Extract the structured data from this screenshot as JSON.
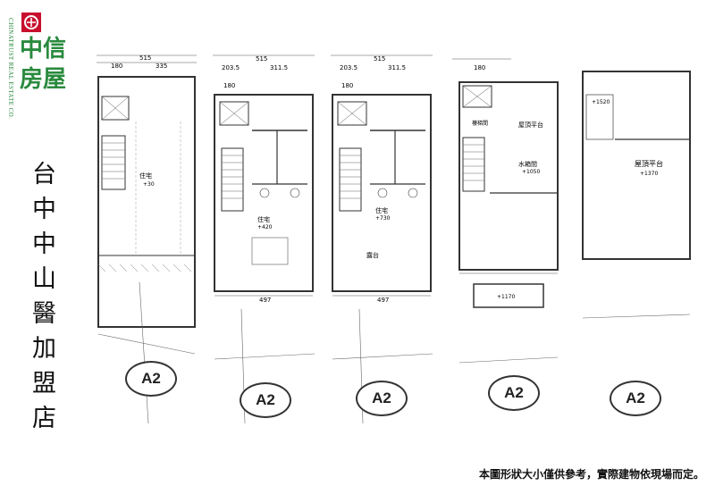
{
  "brand": {
    "name_line1": "中信",
    "name_line2": "房屋",
    "english_vertical": "CHINATRUST REAL ESTATE CO."
  },
  "title": "台中中山醫加盟店",
  "disclaimer": "本圖形狀大小僅供參考，實際建物依現場而定。",
  "plans": [
    {
      "badge": "A2",
      "dims": [
        "180",
        "515",
        "335"
      ],
      "room": "住宅",
      "level": "+30"
    },
    {
      "badge": "A2",
      "dims": [
        "203.5",
        "515",
        "311.5",
        "180"
      ],
      "room": "住宅",
      "level": "+420",
      "width": "497"
    },
    {
      "badge": "A2",
      "dims": [
        "203.5",
        "515",
        "311.5",
        "180"
      ],
      "room": "住宅",
      "level": "+730",
      "width": "497",
      "extra": "露台"
    },
    {
      "badge": "A2",
      "dims": [
        "180"
      ],
      "room": "屋頂平台",
      "room2": "水箱間",
      "room3": "樓梯間",
      "level": "+1050",
      "extra_level": "+1170"
    },
    {
      "badge": "A2",
      "room": "屋頂平台",
      "level": "+1370",
      "extra_level": "+1520"
    }
  ],
  "colors": {
    "brand_green": "#2a8a3e",
    "brand_red": "#c8102e"
  }
}
